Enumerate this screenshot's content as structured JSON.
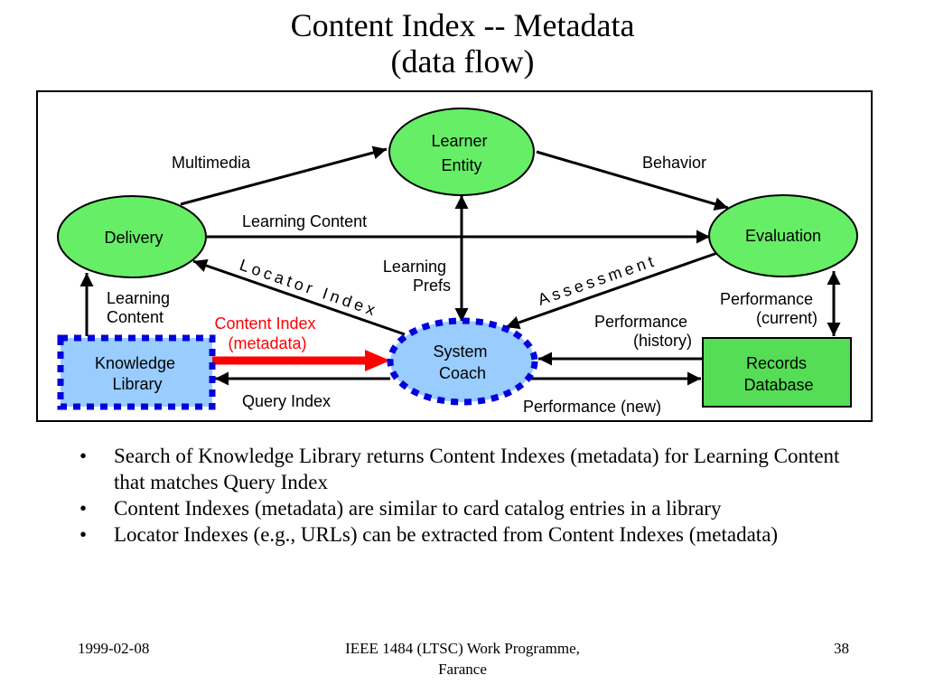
{
  "slide": {
    "title_line1": "Content Index -- Metadata",
    "title_line2": "(data flow)"
  },
  "diagram": {
    "nodes": {
      "learner_entity": [
        "Learner",
        "Entity"
      ],
      "delivery": [
        "Delivery"
      ],
      "evaluation": [
        "Evaluation"
      ],
      "system_coach": [
        "System",
        "Coach"
      ],
      "knowledge_library": [
        "Knowledge",
        "Library"
      ],
      "records_database": [
        "Records",
        "Database"
      ]
    },
    "edges": {
      "multimedia": "Multimedia",
      "behavior": "Behavior",
      "learning_content_top": "Learning Content",
      "locator_index": "Locator Index",
      "learning_prefs": [
        "Learning",
        "Prefs"
      ],
      "assessment": "Assessment",
      "learning_content_left": [
        "Learning",
        "Content"
      ],
      "content_index": [
        "Content Index",
        "(metadata)"
      ],
      "query_index": "Query Index",
      "performance_history": [
        "Performance",
        "(history)"
      ],
      "performance_current": [
        "Performance",
        "(current)"
      ],
      "performance_new": "Performance (new)"
    },
    "colors": {
      "green_fill": "#66ee66",
      "records_fill": "#55dd55",
      "blue_fill": "#99ccff",
      "dash_blue": "#0000dd",
      "highlight_red": "#ff0000"
    }
  },
  "bullets": [
    "Search of Knowledge Library returns Content Indexes (metadata) for Learning Content that matches Query Index",
    "Content Indexes (metadata) are similar to card catalog entries in a library",
    "Locator Indexes (e.g., URLs) can be extracted from Content Indexes (metadata)"
  ],
  "footer": {
    "date": "1999-02-08",
    "center_line1": "IEEE 1484 (LTSC) Work Programme,",
    "center_line2": "Farance",
    "page_number": "38"
  }
}
